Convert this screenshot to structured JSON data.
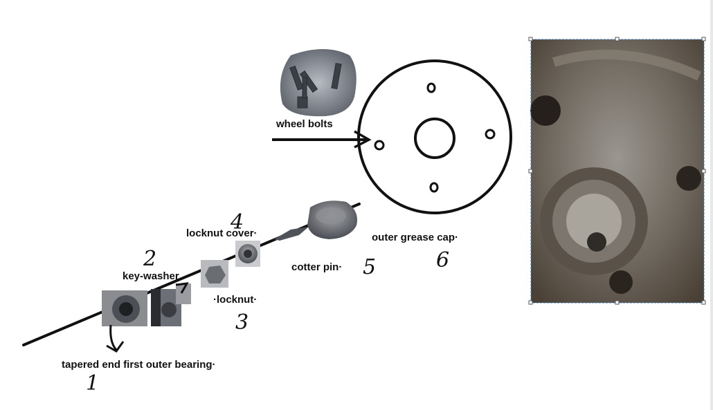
{
  "labels": {
    "wheel_bolts": "wheel bolts",
    "locknut_cover": "locknut cover·",
    "key_washer": "key-washer",
    "locknut": "·locknut·",
    "cotter_pin": "cotter pin·",
    "outer_grease_cap": "outer grease cap·",
    "tapered_bearing": "tapered end first outer bearing·"
  },
  "numbers": {
    "n1": "1",
    "n2": "2",
    "n3": "3",
    "n4": "4",
    "n5": "5",
    "n6": "6"
  },
  "colors": {
    "ink": "#111111",
    "photo_metal": "#7a766f",
    "photo_rust": "#6b5a48",
    "parts_grey": "#5d6066",
    "selection_border": "#3a7fc2"
  }
}
